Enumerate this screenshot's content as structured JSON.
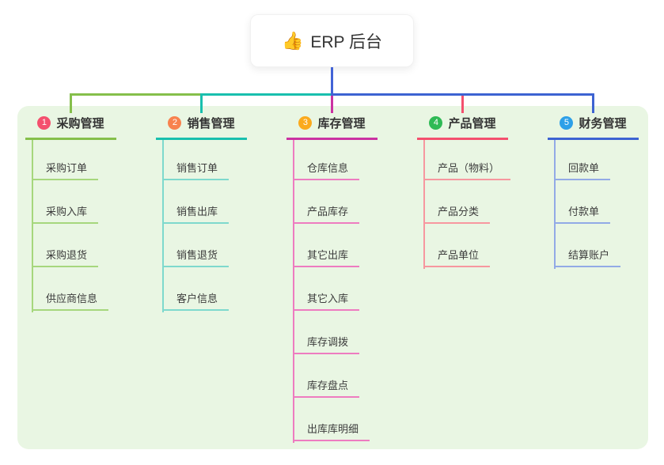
{
  "root": {
    "label": "ERP 后台",
    "icon": "👍",
    "icon_name": "thumbs-up-icon",
    "connector_color": "#4263d6"
  },
  "container": {
    "background": "#e9f6e3"
  },
  "branches": [
    {
      "badge": "1",
      "label": "采购管理",
      "badge_color": "#f4506e",
      "accent": "#85bf4b",
      "child_accent": "#a6d77d",
      "children": [
        "采购订单",
        "采购入库",
        "采购退货",
        "供应商信息"
      ]
    },
    {
      "badge": "2",
      "label": "销售管理",
      "badge_color": "#f8824e",
      "accent": "#19bfae",
      "child_accent": "#7ed9cd",
      "children": [
        "销售订单",
        "销售出库",
        "销售退货",
        "客户信息"
      ]
    },
    {
      "badge": "3",
      "label": "库存管理",
      "badge_color": "#fbaa1d",
      "accent": "#cb32a2",
      "child_accent": "#ee7cc0",
      "children": [
        "仓库信息",
        "产品库存",
        "其它出库",
        "其它入库",
        "库存调拨",
        "库存盘点",
        "出库库明细"
      ]
    },
    {
      "badge": "4",
      "label": "产品管理",
      "badge_color": "#2fba55",
      "accent": "#f4506e",
      "child_accent": "#f7979f",
      "children": [
        "产品（物料）",
        "产品分类",
        "产品单位"
      ]
    },
    {
      "badge": "5",
      "label": "财务管理",
      "badge_color": "#2da0e8",
      "accent": "#3d63d2",
      "child_accent": "#92aae6",
      "children": [
        "回款单",
        "付款单",
        "结算账户"
      ]
    }
  ]
}
